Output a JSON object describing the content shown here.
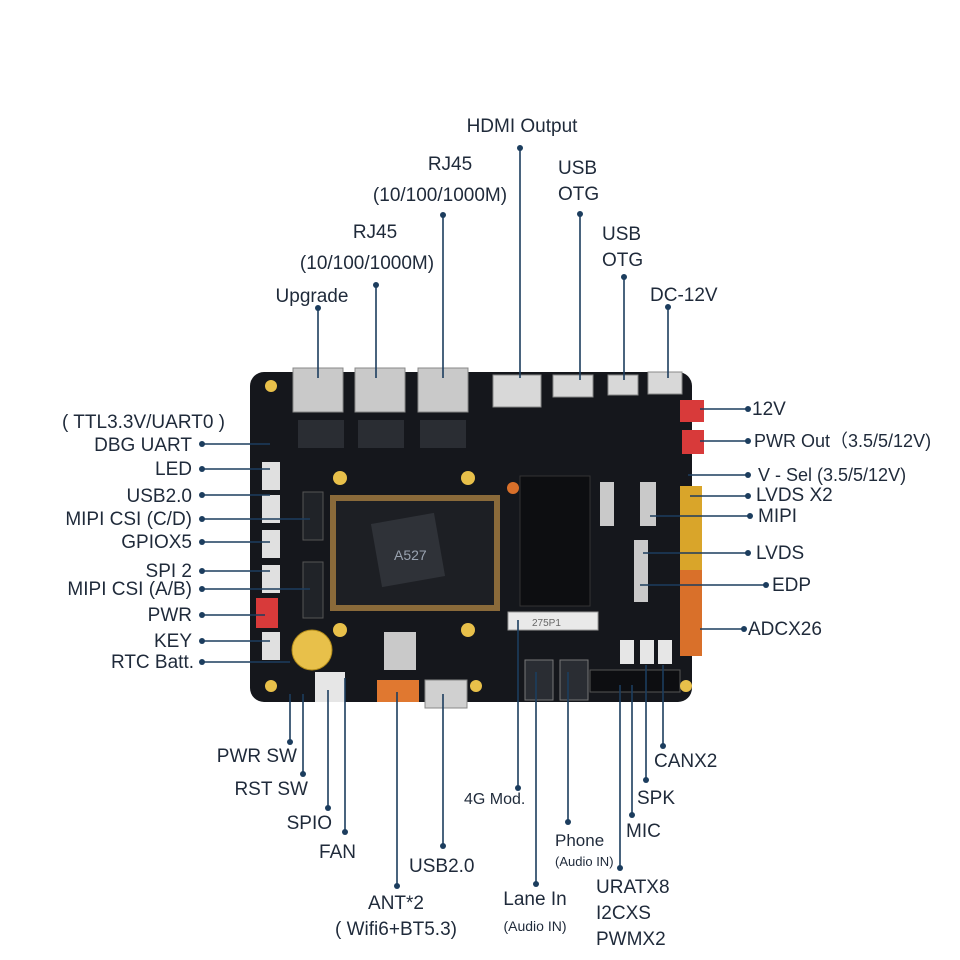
{
  "labels": {
    "hdmi_output": "HDMI Output",
    "rj45_1_title": "RJ45",
    "rj45_1_speed": "(10/100/1000M)",
    "rj45_2_title": "RJ45",
    "rj45_2_speed": "(10/100/1000M)",
    "upgrade": "Upgrade",
    "usb_otg_1": [
      "USB",
      "OTG"
    ],
    "usb_otg_2": [
      "USB",
      "OTG"
    ],
    "dc_12v": "DC-12V",
    "ttl_uart": "( TTL3.3V/UART0 )",
    "dbg_uart": "DBG UART",
    "led": "LED",
    "usb20_left": "USB2.0",
    "mipi_csi_cd": "MIPI CSI (C/D)",
    "gpiox5": "GPIOX5",
    "spi2": "SPI 2",
    "mipi_csi_ab": "MIPI CSI (A/B)",
    "pwr": "PWR",
    "key": "KEY",
    "rtc_batt": "RTC Batt.",
    "v12": "12V",
    "pwr_out": "PWR Out（3.5/5/12V)",
    "v_sel": "V - Sel  (3.5/5/12V)",
    "lvds_x2": "LVDS X2",
    "mipi": "MIPI",
    "lvds": "LVDS",
    "edp": "EDP",
    "adcx26": "ADCX26",
    "pwr_sw": "PWR SW",
    "rst_sw": "RST SW",
    "spio": "SPIO",
    "fan": "FAN",
    "ant": "ANT*2",
    "ant_sub": "( Wifi6+BT5.3)",
    "usb20_bottom": "USB2.0",
    "lane_in": "Lane In",
    "lane_in_sub": "(Audio IN)",
    "mod_4g": "4G Mod.",
    "phone": "Phone",
    "phone_sub": "(Audio IN)",
    "uratx8": "URATX8",
    "i2cxs": "I2CXS",
    "pwmx2": "PWMX2",
    "mic": "MIC",
    "spk": "SPK",
    "canx2": "CANX2"
  },
  "board": {
    "som_text": "A527",
    "slot_text": "275P1"
  },
  "colors": {
    "board": "#15171c",
    "pointer": "#1c3d5e",
    "text": "#1f2a3a",
    "gold_header": "#d9a52a",
    "orange_header": "#d9702a",
    "red_connector": "#d83a3a",
    "gold_pad": "#e8c04a"
  }
}
